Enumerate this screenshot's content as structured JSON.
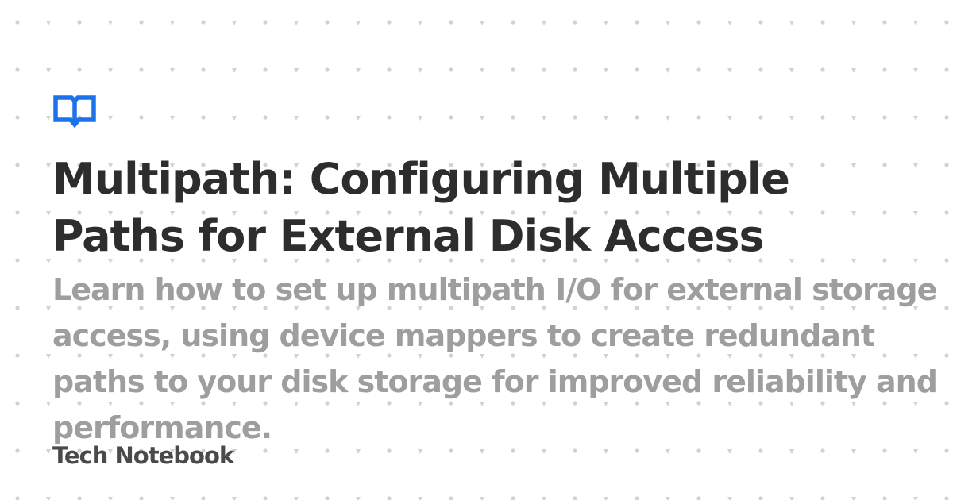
{
  "card": {
    "title": "Multipath: Configuring Multiple Paths for External Disk Access",
    "description": "Learn how to set up multipath I/O for external storage access, using device mappers to create redundant paths to your disk storage for improved reliability and performance.",
    "site_name": "Tech Notebook",
    "logo_icon": "book-icon"
  },
  "colors": {
    "background": "#ffffff",
    "title": "#2d2d2d",
    "description": "#9e9e9e",
    "site_name": "#4a4a4a",
    "logo": "#1a73e8",
    "dots": "#c9c9c9"
  }
}
